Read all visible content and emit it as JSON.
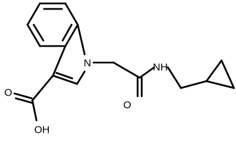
{
  "molecule": {
    "atoms": {
      "n_indole": "N",
      "n_amide": "NH",
      "o_amide": "O",
      "oh_acid": "OH",
      "o_acid": "O"
    }
  }
}
